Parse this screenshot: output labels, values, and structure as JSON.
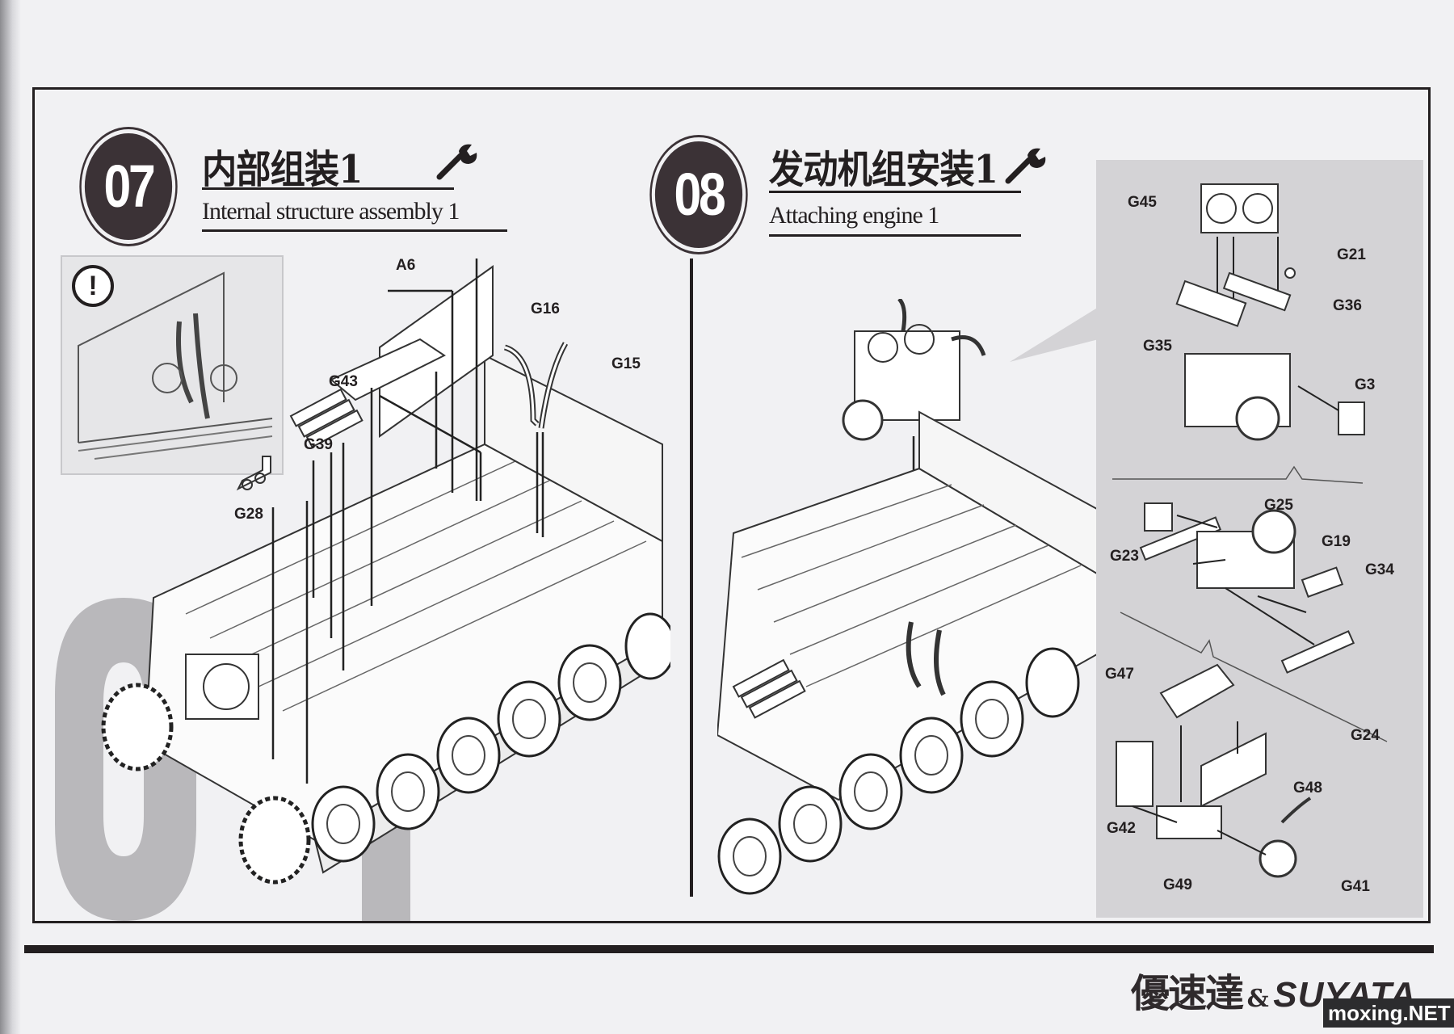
{
  "step07": {
    "number": "07",
    "title_cn": "内部组装1",
    "title_en": "Internal structure assembly 1",
    "icon": "wrench-icon",
    "caution_icon": "exclamation-icon",
    "parts": [
      "A6",
      "G16",
      "G15",
      "G43",
      "G39",
      "G28"
    ]
  },
  "step08": {
    "number": "08",
    "title_cn": "发动机组安装1",
    "title_en": "Attaching engine 1",
    "icon": "wrench-icon",
    "parts_group1": [
      "G45",
      "G21",
      "G36",
      "G35",
      "G3"
    ],
    "parts_group2": [
      "G25",
      "G19",
      "G23",
      "G34",
      "G24"
    ],
    "parts_group3": [
      "G47",
      "G48",
      "G42",
      "G49",
      "G41"
    ]
  },
  "footer": {
    "brand_cn": "優速達",
    "brand_amp": "&",
    "brand_en": "SUYATA",
    "watermark": "moxing.NET"
  },
  "colors": {
    "ink": "#231f20",
    "circle": "#3b3236",
    "panel": "#d4d3d6",
    "big_digit": "#b9b8bb"
  }
}
